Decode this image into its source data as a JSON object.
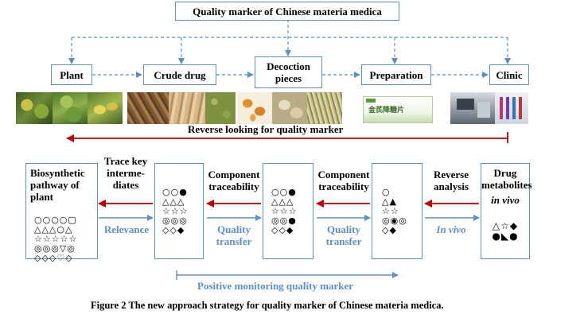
{
  "top_title": "Quality marker of Chinese materia medica",
  "stages": [
    {
      "id": "plant",
      "label": "Plant"
    },
    {
      "id": "crude",
      "label": "Crude drug"
    },
    {
      "id": "decoction",
      "label": "Decoction pieces"
    },
    {
      "id": "preparation",
      "label": "Preparation"
    },
    {
      "id": "clinic",
      "label": "Clinic"
    }
  ],
  "photos": {
    "plant_photos": [
      "herb-plant-photo",
      "green-leaves-photo",
      "yellow-flower-photo"
    ],
    "crude_photos": [
      "dried-roots-photo",
      "root-slices-photo",
      "green-herb-powder-photo"
    ],
    "decoction_photos": [
      "orange-slices-photo",
      "pale-slices-photo",
      "fine-roots-photo"
    ],
    "preparation_text": "金芪降糖片",
    "clinic_photos": [
      "lab-instrument-photo",
      "sample-vials-photo"
    ]
  },
  "reverse_label": "Reverse looking for quality marker",
  "positive_label": "Positive monitoring quality marker",
  "lower_boxes": {
    "biosynthetic": "Biosynthetic pathway of plant",
    "drug_metabolites": "Drug metabolites",
    "in_vivo": "in vivo"
  },
  "arrow_labels": {
    "trace": "Trace key interme-diates",
    "component1": "Component traceability",
    "component2": "Component traceability",
    "reverse_analysis": "Reverse analysis",
    "relevance": "Relevance",
    "quality_transfer1": "Quality transfer",
    "quality_transfer2": "Quality transfer",
    "in_vivo_blue": "In vivo"
  },
  "symbols": {
    "plant": [
      "○○○○▢",
      "△△△○△",
      "☆☆☆☆☆",
      "◎◎◎▽◎",
      "◇◇◇♡◇"
    ],
    "box2": [
      "○○●",
      "△△△",
      "☆☆☆",
      "◎◎◎",
      "◇◇◆"
    ],
    "box3": [
      "○○●",
      "△△△",
      "☆☆☆",
      "◎◎●",
      "◇◇◆"
    ],
    "box4": [
      "○",
      "△▲",
      "☆☆",
      "◎◉◎",
      "◇◆"
    ],
    "metabolites": [
      "△☆◆",
      "●◣●"
    ]
  },
  "caption": "Figure 2 The new approach strategy for quality marker of Chinese materia medica.",
  "colors": {
    "box_border": "#5b8fc7",
    "dashed": "#5b8fc7",
    "red": "#c00000",
    "blue_text": "#5b8fc7"
  }
}
